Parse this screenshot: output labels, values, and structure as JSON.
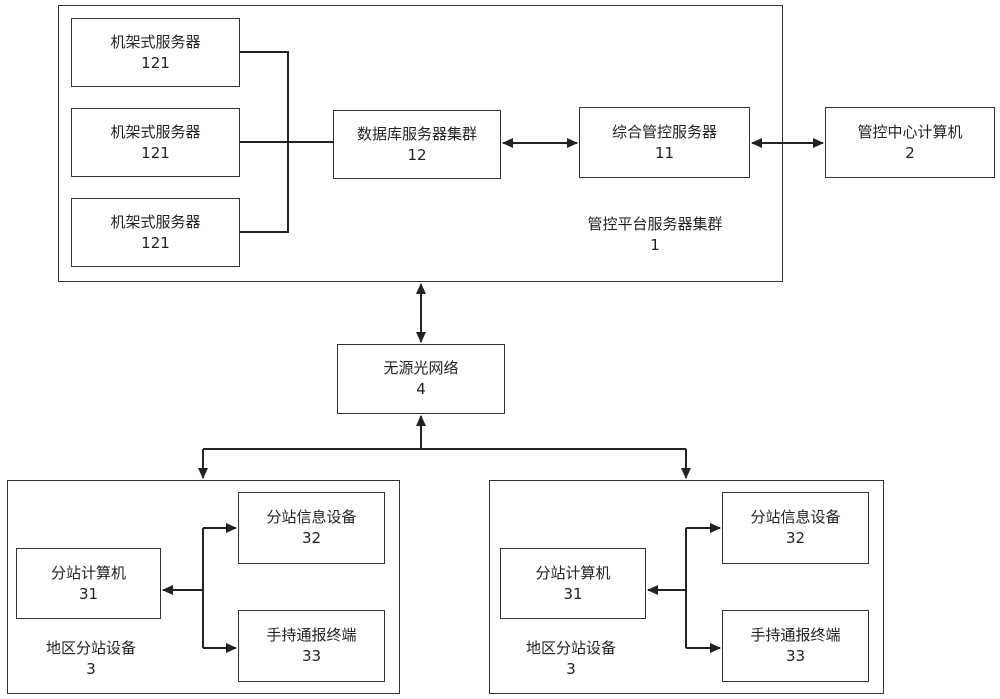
{
  "platform": {
    "name": "管控平台服务器集群",
    "num": "1"
  },
  "rack_servers": [
    {
      "name": "机架式服务器",
      "num": "121"
    },
    {
      "name": "机架式服务器",
      "num": "121"
    },
    {
      "name": "机架式服务器",
      "num": "121"
    }
  ],
  "db_cluster": {
    "name": "数据库服务器集群",
    "num": "12"
  },
  "mgmt_server": {
    "name": "综合管控服务器",
    "num": "11"
  },
  "control_pc": {
    "name": "管控中心计算机",
    "num": "2"
  },
  "pon": {
    "name": "无源光网络",
    "num": "4"
  },
  "substations": [
    {
      "label": "地区分站设备",
      "num": "3",
      "computer": {
        "name": "分站计算机",
        "num": "31"
      },
      "info_device": {
        "name": "分站信息设备",
        "num": "32"
      },
      "handheld": {
        "name": "手持通报终端",
        "num": "33"
      }
    },
    {
      "label": "地区分站设备",
      "num": "3",
      "computer": {
        "name": "分站计算机",
        "num": "31"
      },
      "info_device": {
        "name": "分站信息设备",
        "num": "32"
      },
      "handheld": {
        "name": "手持通报终端",
        "num": "33"
      }
    }
  ]
}
